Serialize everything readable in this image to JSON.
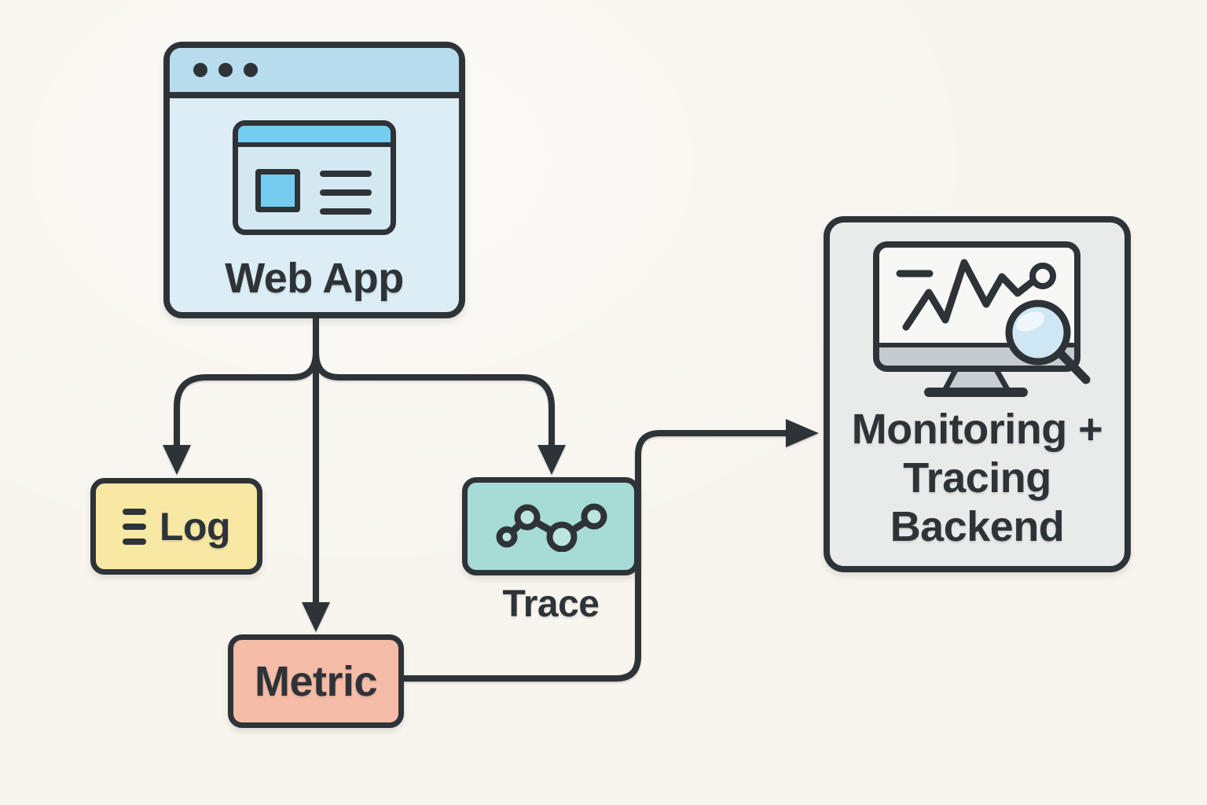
{
  "diagram": {
    "title": "Web App observability diagram",
    "background_color": "#f8f5ef",
    "stroke_color": "#2e3338",
    "nodes": {
      "web_app": {
        "label": "Web App",
        "fill": "#dcedf6",
        "titlebar_fill": "#b7dcee",
        "accent_blue": "#74cdf0",
        "icon": "browser-window-with-webpage"
      },
      "log": {
        "label": "Log",
        "fill": "#f7e9a4",
        "icon": "list-lines"
      },
      "trace": {
        "label": "Trace",
        "fill": "#a6dbd6",
        "icon": "connected-dots"
      },
      "metric": {
        "label": "Metric",
        "fill": "#f5bca7"
      },
      "backend": {
        "label": "Monitoring + Tracing Backend",
        "label_lines": [
          "Monitoring +",
          "Tracing",
          "Backend"
        ],
        "fill": "#e9eaea",
        "lens_fill": "#cfe7f5",
        "icon": "monitor-with-chart-and-magnifier"
      }
    },
    "edges": [
      {
        "from": "web_app",
        "to": "log"
      },
      {
        "from": "web_app",
        "to": "metric"
      },
      {
        "from": "web_app",
        "to": "trace"
      },
      {
        "from": "metric",
        "to": "backend"
      }
    ]
  }
}
